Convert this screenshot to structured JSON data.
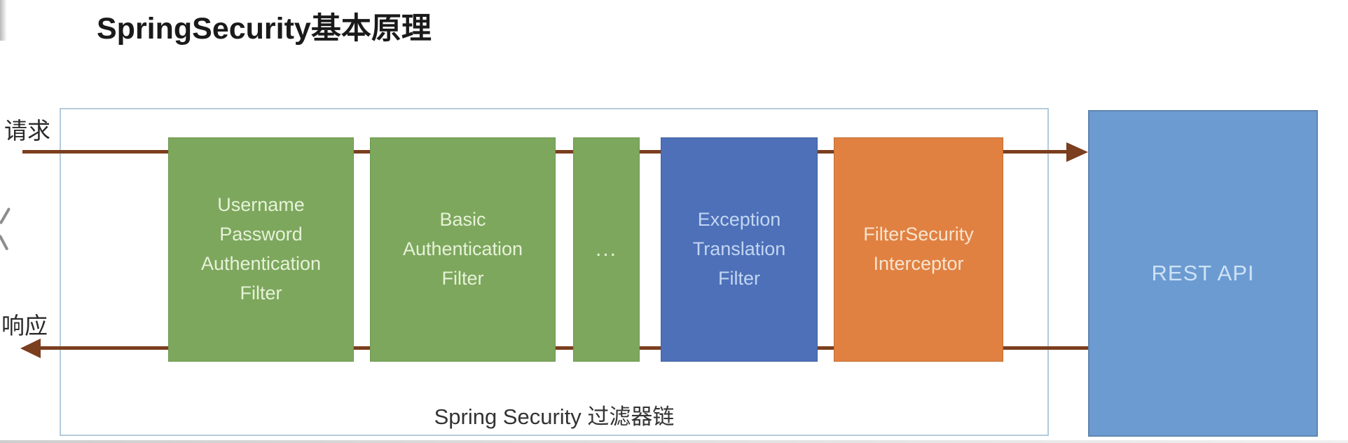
{
  "title": "SpringSecurity基本原理",
  "flow": {
    "request_label": "请求",
    "response_label": "响应",
    "arrow_color": "#7B3E1E"
  },
  "filter_chain": {
    "caption": "Spring Security 过滤器链",
    "border_color": "#B3CBDC",
    "filters": [
      {
        "id": "username-password-authentication-filter",
        "lines": [
          "Username",
          "Password",
          "Authentication",
          "Filter"
        ],
        "color": "#7DA75D"
      },
      {
        "id": "basic-authentication-filter",
        "lines": [
          "Basic",
          "Authentication",
          "Filter"
        ],
        "color": "#7DA75D"
      },
      {
        "id": "more-filters",
        "lines": [
          "..."
        ],
        "color": "#7DA75D"
      },
      {
        "id": "exception-translation-filter",
        "lines": [
          "Exception",
          "Translation",
          "Filter"
        ],
        "color": "#4D70B8"
      },
      {
        "id": "filter-security-interceptor",
        "lines": [
          "FilterSecurity",
          "Interceptor"
        ],
        "color": "#E08142"
      }
    ]
  },
  "rest_api": {
    "label": "REST API",
    "color": "#6C9BD2"
  }
}
